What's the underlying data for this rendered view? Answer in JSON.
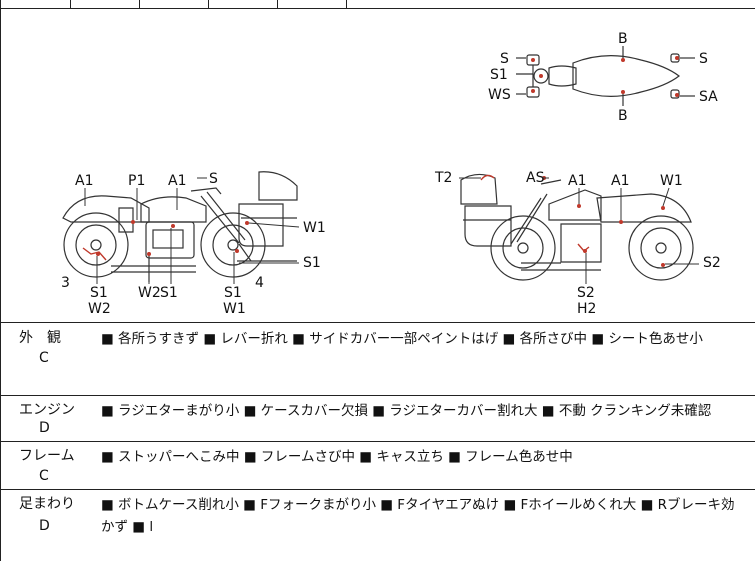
{
  "diagram": {
    "side_left_labels": {
      "a1_l": "A1",
      "p1": "P1",
      "a1_r": "A1",
      "s_top": "S",
      "w1": "W1",
      "s1_r": "S1",
      "num3": "3",
      "num4": "4",
      "s1_b": "S1",
      "w2_b": "W2",
      "w2s1_a": "W2",
      "w2s1_b": "S1",
      "s1_c": "S1",
      "w1_c": "W1"
    },
    "side_right_labels": {
      "t2": "T2",
      "as": "AS",
      "a1_l": "A1",
      "a1_r": "A1",
      "w1": "W1",
      "s2_r": "S2",
      "s2_b": "S2",
      "h2": "H2"
    },
    "top_view_labels": {
      "s_l": "S",
      "s1": "S1",
      "ws": "WS",
      "b_top": "B",
      "b_bot": "B",
      "s_r": "S",
      "sa": "SA"
    }
  },
  "rows": [
    {
      "category": "外　観",
      "grade": "C",
      "remarks": "■ 各所うすきず ■ レバー折れ ■ サイドカバー一部ペイントはげ ■ 各所さび中 ■ シート色あせ小"
    },
    {
      "category": "エンジン",
      "grade": "D",
      "remarks": "■ ラジエターまがり小 ■ ケースカバー欠損 ■ ラジエターカバー割れ大 ■ 不動 クランキング未確認"
    },
    {
      "category": "フレーム",
      "grade": "C",
      "remarks": "■ ストッパーへこみ中 ■ フレームさび中 ■ キャス立ち ■ フレーム色あせ中"
    },
    {
      "category": "足まわり",
      "grade": "D",
      "remarks": "■ ボトムケース削れ小 ■ Fフォークまがり小 ■ Fタイヤエアぬけ ■ Fホイールめくれ大 ■ Rブレーキ効かず ■ l"
    }
  ]
}
